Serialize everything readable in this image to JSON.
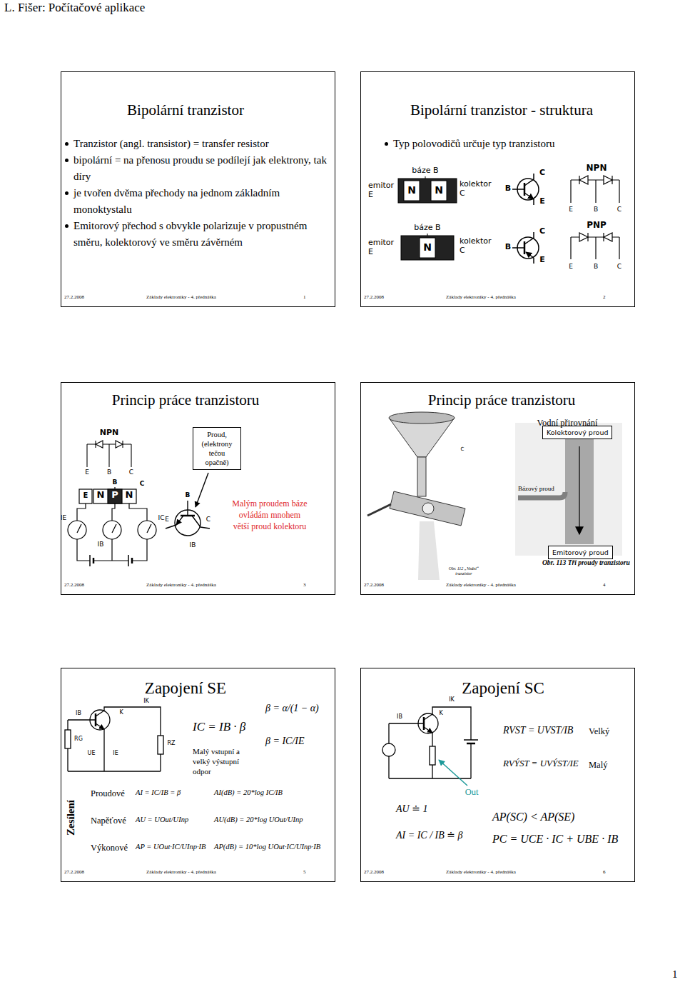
{
  "diagram": {
    "nodes": [
      {
        "text": [
          "Bipolární tranzistor",
          "Tranzistor (angl. transistor) = transfer resistor",
          "bipolární = na přenosu proudu se podílejí jak elektrony, tak díry",
          "je tvořen dvěma přechody na jednom základním monoktystalu",
          "Emitorový přechod s obvykle polarizuje v propustném směru, kolektorový ve směru závěrném",
          "27.2.2008",
          "Základy elektroniky - 4. přednáška",
          "1"
        ]
      },
      {
        "text": [
          "Bipolární tranzistor - struktura",
          "Typ polovodičů určuje typ tranzistoru",
          "27.2.2008",
          "Základy elektroniky - 4. přednáška",
          "2"
        ]
      },
      {
        "text": [
          "Princip práce tranzistoru",
          "Malým proudem báze ovládám mnohem větší proud kolektoru",
          "27.2.2008",
          "Základy elektroniky - 4. přednáška",
          "3"
        ]
      },
      {
        "text": [
          "Proud, (elektrony tečou opačně)"
        ],
        "in": 2
      },
      {
        "text": [
          "Princip práce tranzistoru",
          "Vodní přirovnání",
          "27.2.2008",
          "Základy elektroniky - 4. přednáška",
          "4"
        ]
      },
      {
        "text": [
          "Kolektorový proud"
        ],
        "in": 4
      },
      {
        "text": [
          "Emitorový proud"
        ],
        "in": 4
      },
      {
        "text": [
          "Zapojení SE",
          "Malý vstupní a velký výstupní odpor",
          "27.2.2008",
          "Základy elektroniky - 4. přednáška",
          "5"
        ]
      },
      {
        "text": [
          "Zapojení SC",
          "27.2.2008",
          "Základy elektroniky - 4. přednáška",
          "6"
        ]
      }
    ],
    "labels": [
      "L. Fišer: Počítačové aplikace",
      "báze B",
      "emitor E",
      "N",
      "N",
      "kolektor C",
      "B",
      "C",
      "E",
      "NPN",
      "E",
      "B",
      "C",
      "báze B",
      "emitor E",
      "N",
      "kolektor C",
      "B",
      "C",
      "E",
      "PNP",
      "E",
      "B",
      "C",
      "NPN",
      "E",
      "B",
      "C",
      "B",
      "E",
      "N",
      "P",
      "N",
      "C",
      "IE",
      "IB",
      "IC",
      "B",
      "C",
      "E",
      "IB",
      "C",
      "Bázový proud",
      "Obr. 113 Tři proudy tranzistoru",
      "Obr. 112 „Vodní“ tranzistor",
      "IB",
      "K",
      "IK",
      "RG",
      "UE",
      "IE",
      "RZ",
      "IC = IB · β",
      "β = α/(1 − α)",
      "β = IC/IE",
      "Zesílení",
      "Proudové",
      "Napěťové",
      "Výkonové",
      "AI = IC/IB = β",
      "AU = UOut/UInp",
      "AP = UOut·IC/UInp·IB",
      "AI(dB) = 20*log IC/IB",
      "AU(dB) = 20*log UOut/UInp",
      "AP(dB) = 10*log UOut·IC/UInp·IB",
      "IB",
      "IK",
      "K",
      "Out",
      "RVST = UVST/IB",
      "Velký",
      "RVÝST = UVÝST/IE",
      "Malý",
      "AU ≐ 1",
      "AI = IC / IB ≐ β",
      "AP(SC) < AP(SE)",
      "PC = UCE · IC + UBE · IB",
      "1"
    ]
  }
}
